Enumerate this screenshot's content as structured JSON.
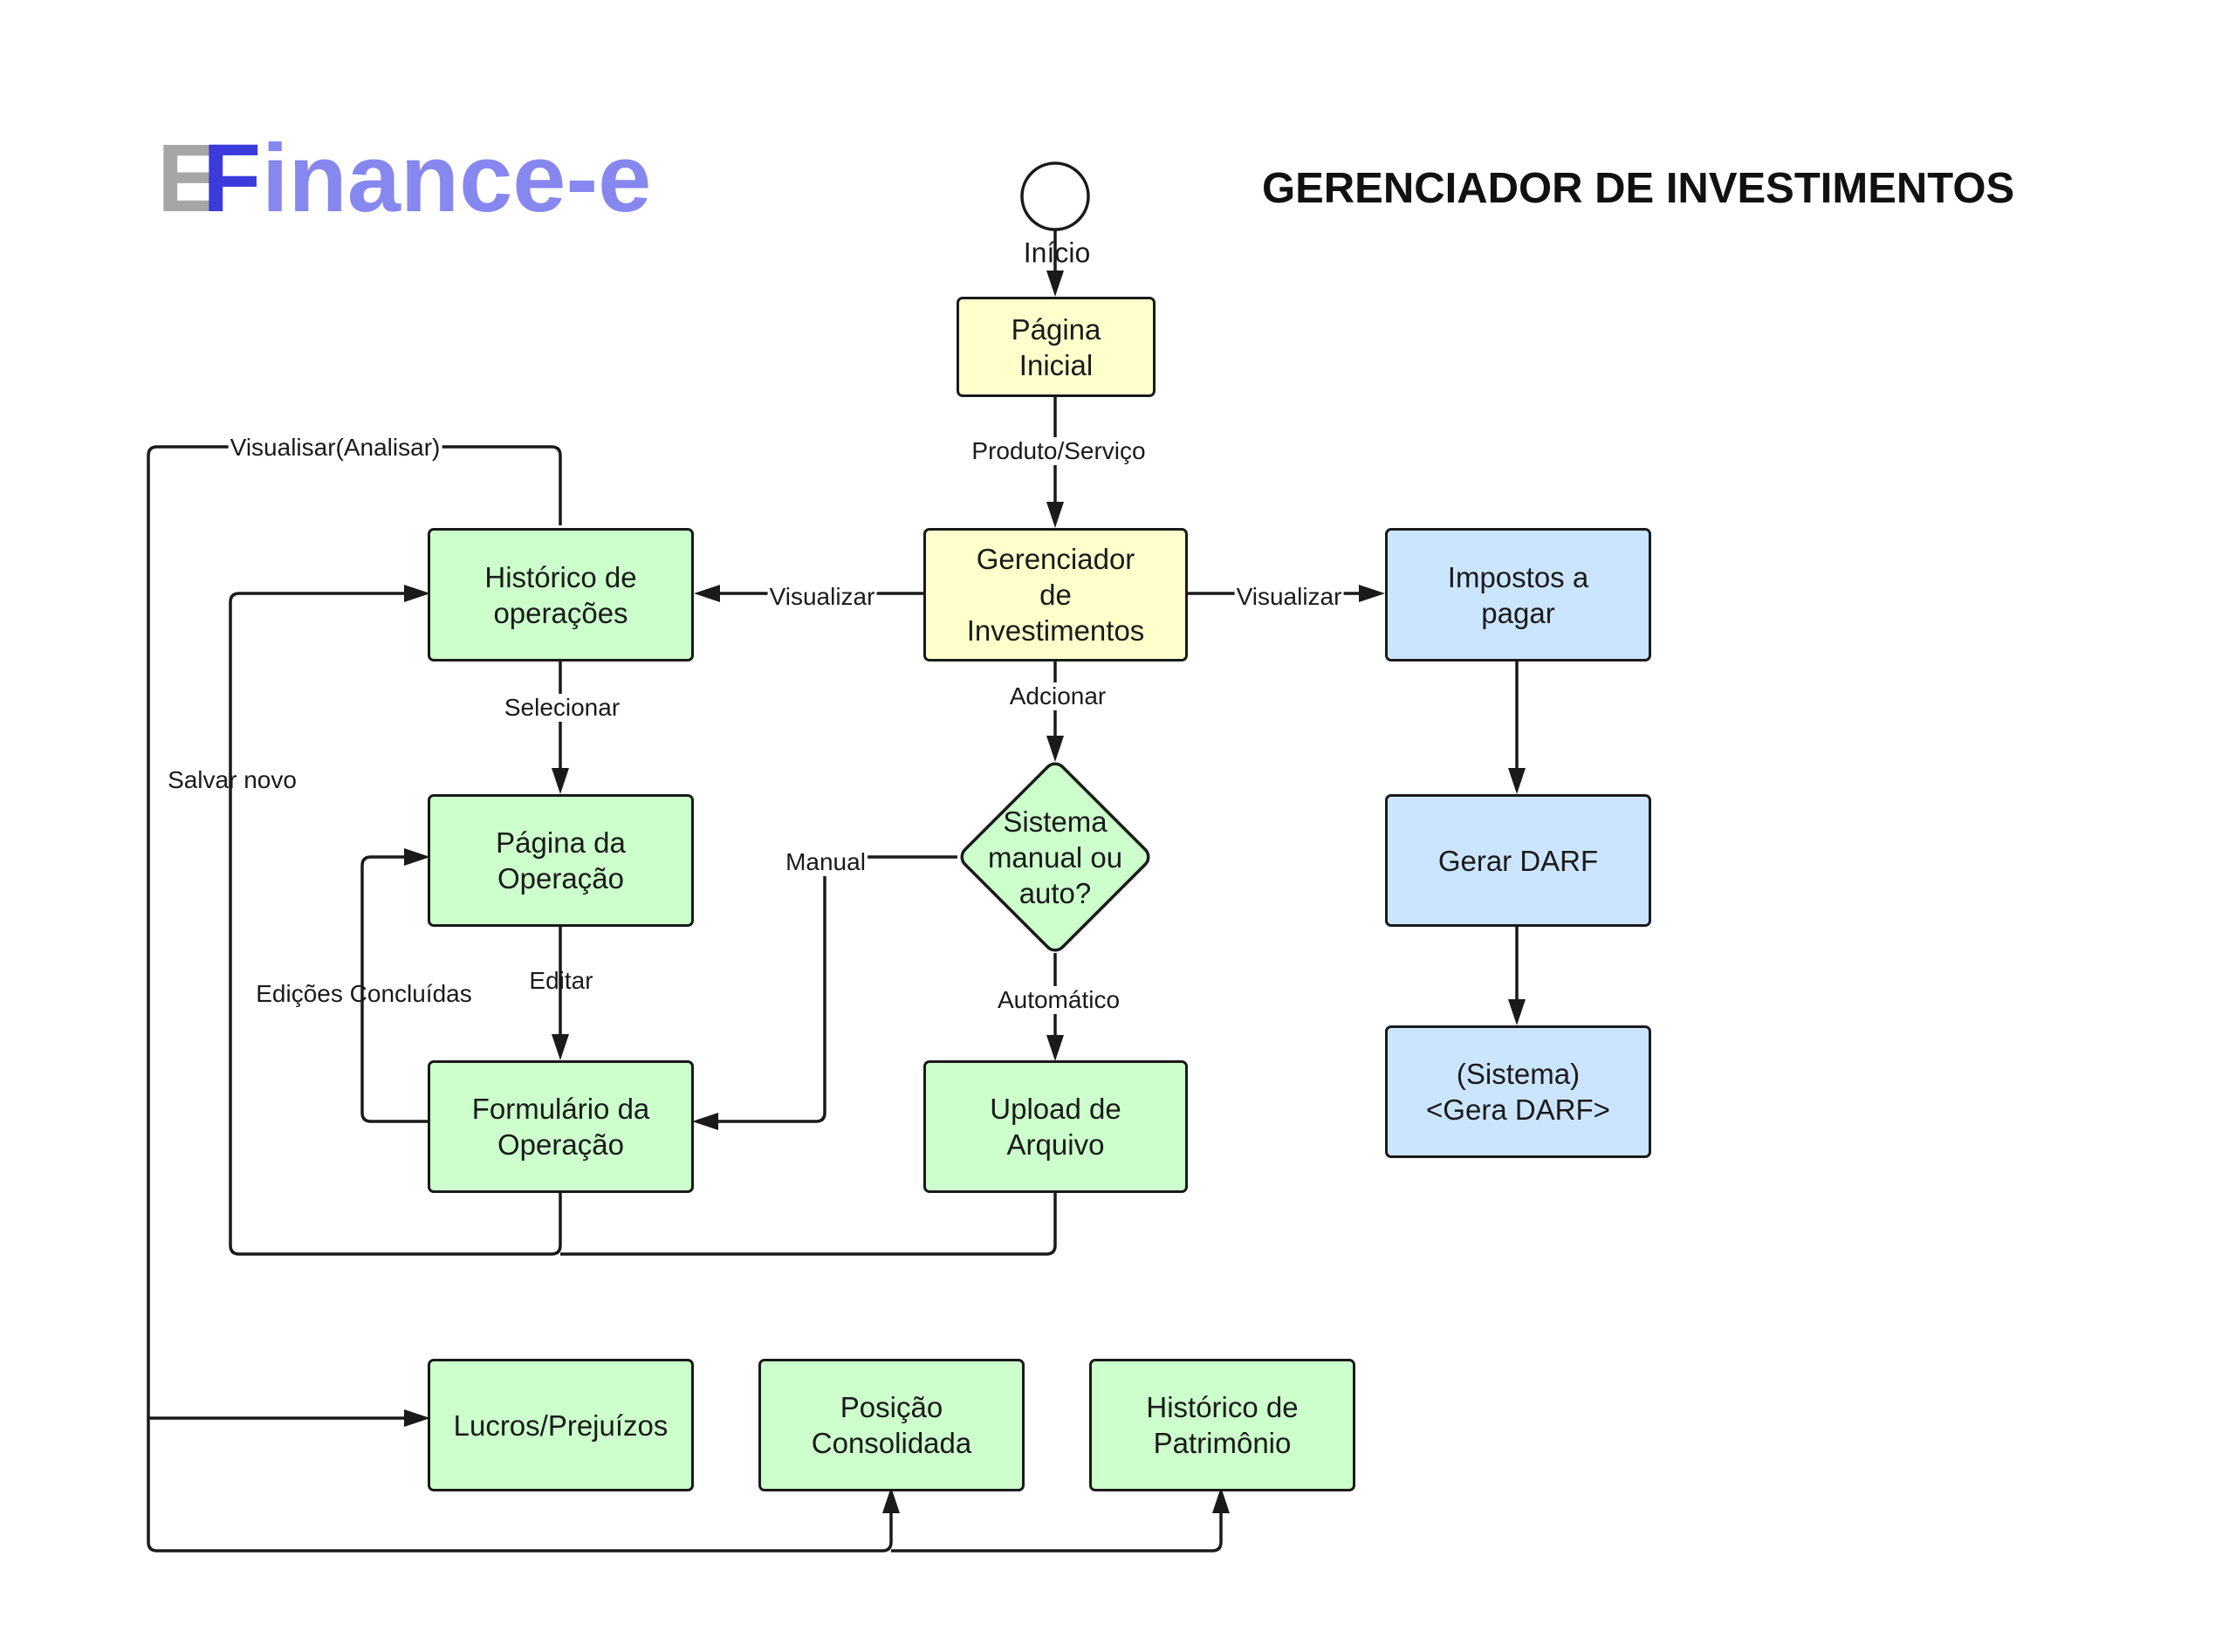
{
  "logo": {
    "letter_e": "E",
    "letter_f": "F",
    "rest": "inance-e"
  },
  "title": "GERENCIADOR DE INVESTIMENTOS",
  "start_label": "Início",
  "nodes": {
    "pagina_inicial": "Página\nInicial",
    "gerenciador": "Gerenciador\nde\nInvestimentos",
    "historico_operacoes": "Histórico de\noperações",
    "impostos": "Impostos a\npagar",
    "pagina_operacao": "Página da\nOperação",
    "decisao": "Sistema\nmanual ou\nauto?",
    "gerar_darf": "Gerar DARF",
    "formulario": "Formulário da\nOperação",
    "upload": "Upload de\nArquivo",
    "sistema_darf": "(Sistema)\n<Gera DARF>",
    "lucros": "Lucros/Prejuízos",
    "posicao": "Posição\nConsolidada",
    "historico_patrimonio": "Histórico de\nPatrimônio"
  },
  "edge_labels": {
    "produto_servico": "Produto/Serviço",
    "visualizar_left": "Visualizar",
    "visualizar_right": "Visualizar",
    "visualisar_analisar": "Visualisar(Analisar)",
    "adcionar": "Adcionar",
    "selecionar": "Selecionar",
    "salvar_novo": "Salvar novo",
    "manual": "Manual",
    "editar": "Editar",
    "edicoes_concluidas": "Edições Concluídas",
    "automatico": "Automático"
  },
  "colors": {
    "yellow_fill": "#ffffcc",
    "green_fill": "#ccffcc",
    "blue_fill": "#cce5ff",
    "stroke": "#1a1a1a",
    "logo_grey": "#a6a6a6",
    "logo_blue": "#3b3bdc",
    "logo_light_blue": "#8787f0"
  }
}
